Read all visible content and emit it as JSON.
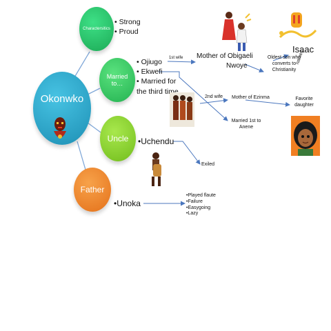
{
  "center": {
    "label": "Okonwko",
    "color": "#2aa7c9"
  },
  "nodes": {
    "characteristics": {
      "label": "Charactersitics",
      "color": "#27c66b",
      "items": [
        "Strong",
        "Proud"
      ]
    },
    "married": {
      "label": "Married to…",
      "color": "#3ccf66",
      "items": [
        "Ojiugo",
        "Ekwefi",
        "Married for the third time"
      ]
    },
    "uncle": {
      "label": "Uncle",
      "color": "#8ed62e",
      "items": [
        "Uchendu"
      ]
    },
    "father": {
      "label": "Father",
      "color": "#f08a28",
      "items": [
        "Unoka"
      ]
    }
  },
  "labels": {
    "first_wife": "1st wife",
    "mother_obigaeli": "Mother of Obigaeli",
    "nwoye": "Nwoye",
    "oldest_son": "Oldest son who converts to Christianity",
    "isaac": "Isaac",
    "names": "names",
    "second_wife": "2nd wife",
    "mother_ezinma": "Mother of Ezinma",
    "favorite_daughter": "Favorite daughter",
    "married_first": "Married 1st to Anene",
    "exiled": "Exiled",
    "unoka_traits": [
      "•Played flaute",
      "•Failure",
      "•Easygoing",
      "•Lazy"
    ]
  },
  "colors": {
    "connector": "#7fa7d8",
    "arrow": "#4b77be"
  },
  "icons": [
    "warrior-mask-icon",
    "women-dancing-icon",
    "mother-child-icon",
    "drummer-icon",
    "gift-lamp-icon",
    "girl-portrait-icon"
  ]
}
